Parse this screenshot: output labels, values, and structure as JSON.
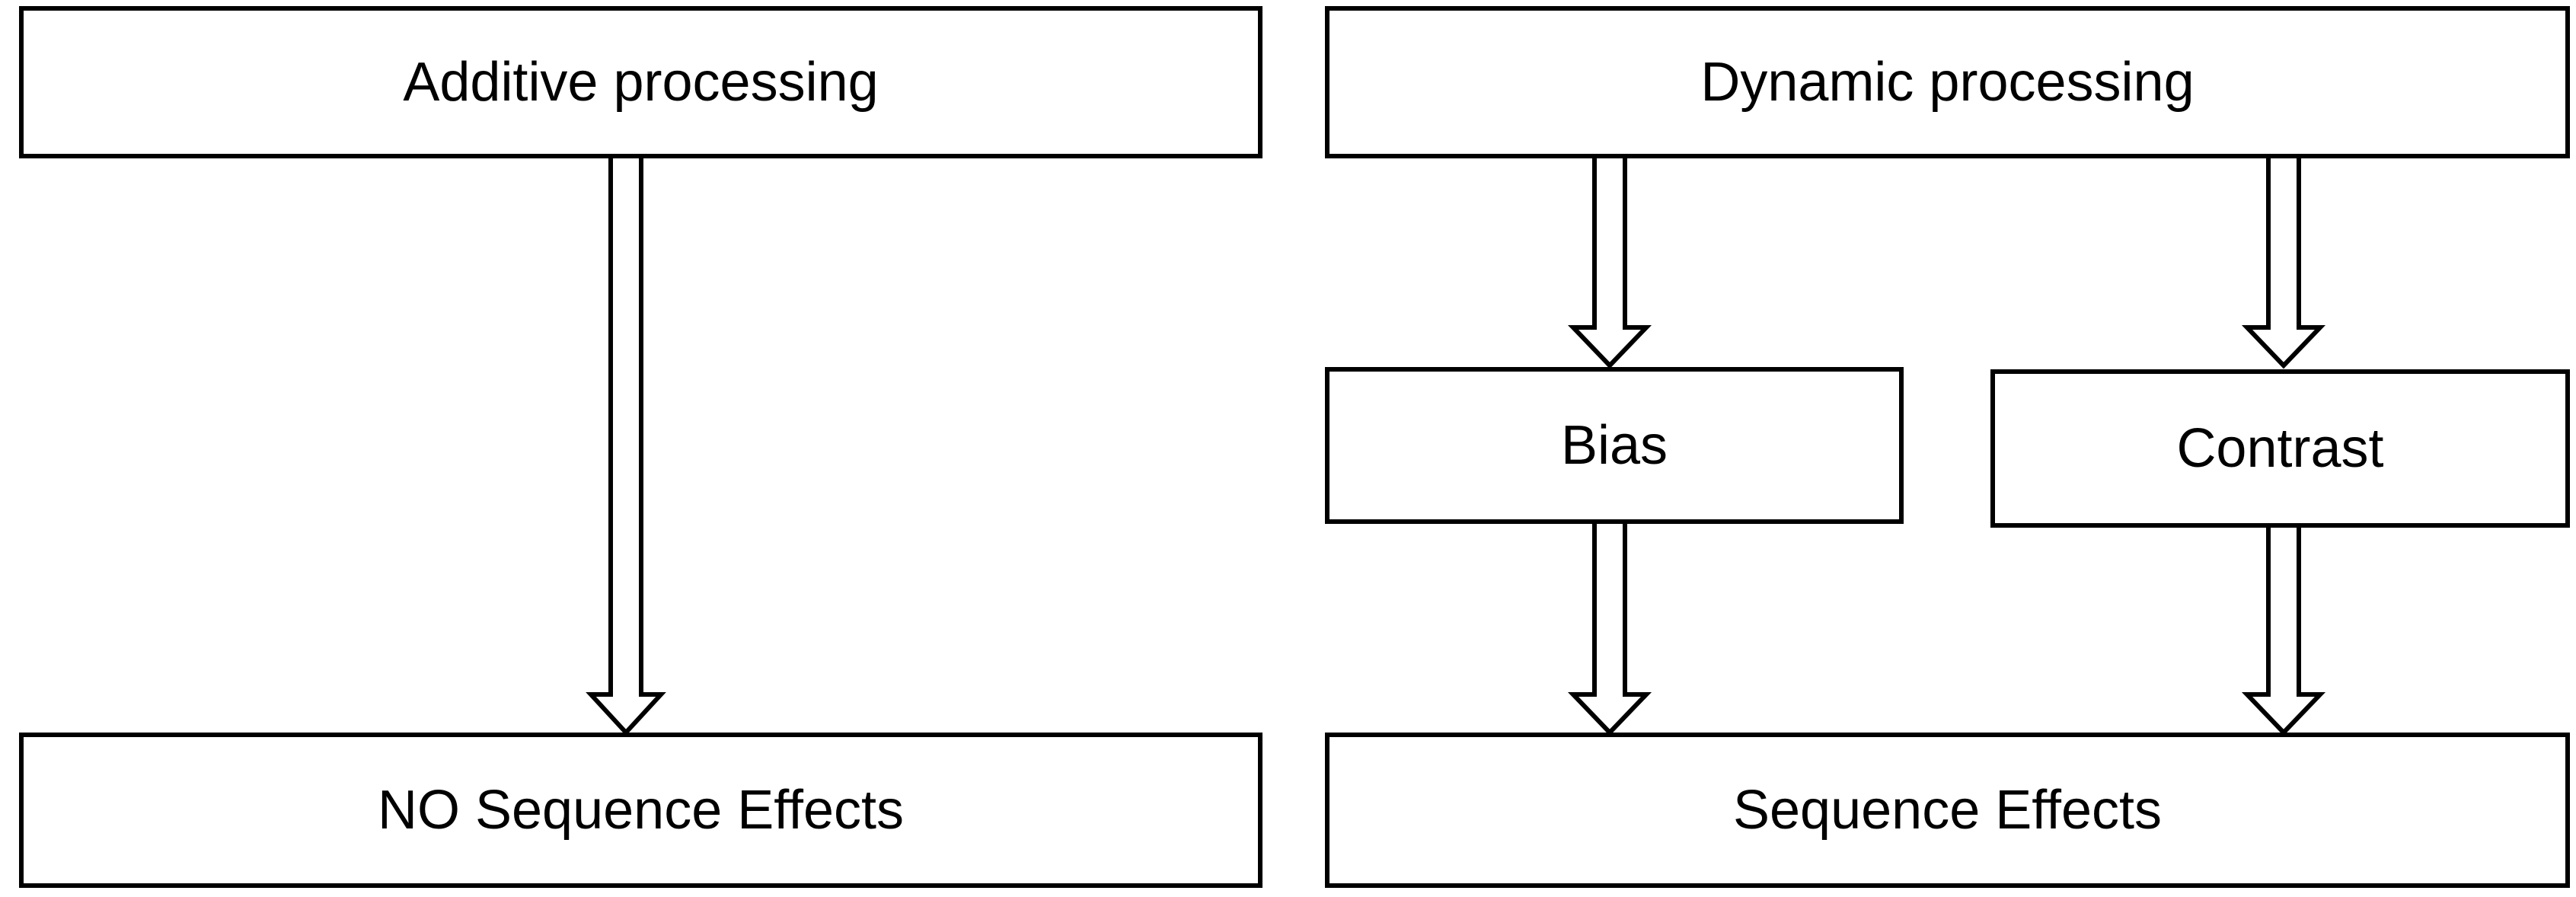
{
  "diagram": {
    "left_panel": {
      "top_box_label": "Additive processing",
      "bottom_box_label": "NO Sequence Effects"
    },
    "right_panel": {
      "top_box_label": "Dynamic processing",
      "middle_left_label": "Bias",
      "middle_right_label": "Contrast",
      "bottom_box_label": "Sequence Effects"
    },
    "colors": {
      "stroke": "#000000",
      "fill": "#ffffff"
    }
  }
}
